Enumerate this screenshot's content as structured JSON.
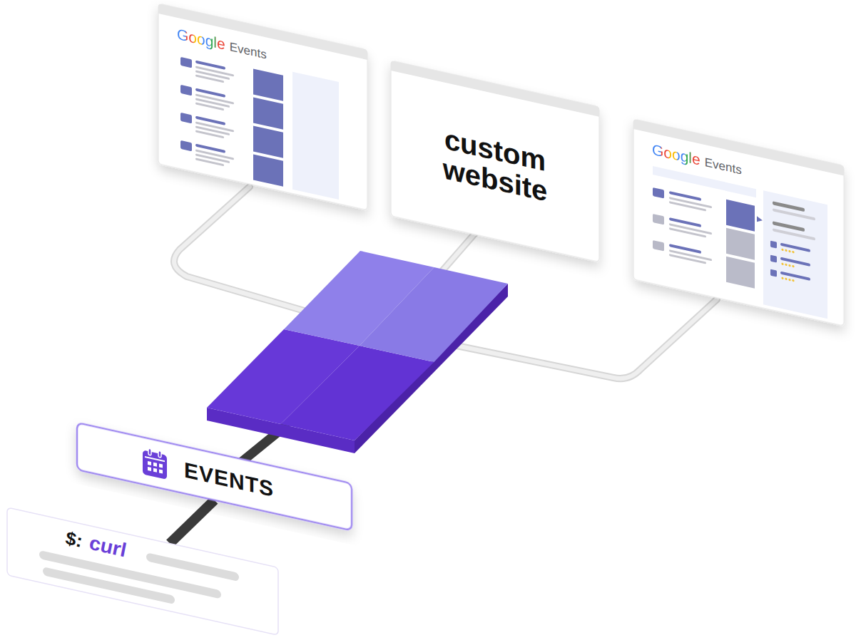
{
  "diagram": {
    "nodes": [
      {
        "text": [
          "Google",
          "Events"
        ]
      },
      {
        "text": [
          "custom website"
        ]
      },
      {
        "text": [
          "Google",
          "Events"
        ]
      },
      {
        "text": [
          "EVENTS"
        ]
      },
      {
        "text": [
          "$:",
          "curl"
        ]
      }
    ],
    "edges": [
      {
        "from": 4,
        "to": 3,
        "arrow": "none"
      }
    ]
  }
}
